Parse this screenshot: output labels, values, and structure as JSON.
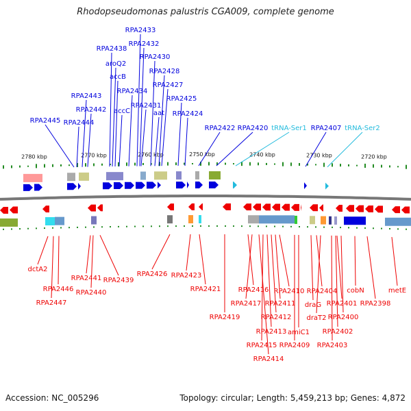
{
  "title": "Rhodopseudomonas palustris CGA009, complete genome",
  "footer": {
    "accession": "Accession: NC_005296",
    "summary": "Topology: circular; Length: 5,459,213 bp; Genes: 4,872"
  },
  "colors": {
    "forward": "#0000dd",
    "reverse": "#ee0000",
    "trna": "#22bbdd",
    "backbone": "#777777",
    "gc_tick": "#228b22"
  },
  "scale_labels": [
    "2780 kbp",
    "2770 kbp",
    "2760 kbp",
    "2750 kbp",
    "2740 kbp",
    "2730 kbp",
    "2720 kbp"
  ],
  "forward_labels": [
    "RPA2433",
    "RPA2432",
    "RPA2438",
    "RPA2430",
    "aroQ2",
    "accB",
    "RPA2428",
    "RPA2427",
    "RPA2434",
    "RPA2443",
    "RPA2425",
    "RPA2431",
    "accC",
    "RPA2442",
    "aat",
    "RPA2424",
    "RPA2445",
    "RPA2444",
    "RPA2422",
    "RPA2420",
    "tRNA-Ser1",
    "RPA2407",
    "tRNA-Ser2"
  ],
  "reverse_labels": [
    "dctA2",
    "RPA2446",
    "RPA2447",
    "RPA2441",
    "RPA2440",
    "RPA2439",
    "RPA2426",
    "RPA2423",
    "RPA2421",
    "RPA2419",
    "RPA2416",
    "RPA2417",
    "RPA2410",
    "RPA2411",
    "RPA2412",
    "RPA2413",
    "RPA2415",
    "RPA2414",
    "amiC1",
    "RPA2409",
    "RPA2404",
    "draG",
    "draT2",
    "RPA2401",
    "RPA2400",
    "RPA2402",
    "RPA2403",
    "cobN",
    "RPA2398",
    "metE"
  ]
}
